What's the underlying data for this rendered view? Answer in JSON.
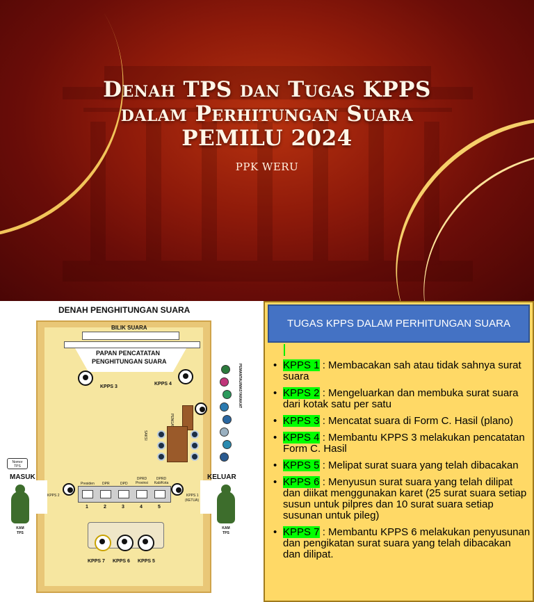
{
  "hero": {
    "title_lines": [
      "Denah TPS dan Tugas KPPS",
      "dalam Perhitungan Suara",
      "PEMILU 2024"
    ],
    "subtitle": "PPK WERU"
  },
  "plan": {
    "title": "DENAH PENGHITUNGAN SUARA",
    "bilik": "BILIK SUARA",
    "papan_line1": "PAPAN PENCATATAN",
    "papan_line2": "PENGHITUNGAN SUARA",
    "kpps3": "KPPS 3",
    "kpps4": "KPPS 4",
    "kpps2": "KPPS 2",
    "kpps1": "KPPS 1",
    "kpps1_note": "(KETUA)",
    "kpps7": "KPPS 7",
    "kpps6": "KPPS 6",
    "kpps5": "KPPS 5",
    "saksi": "SAKSI",
    "pengawas": "PENGAWAS TPS",
    "pemantau": "PEMANTAU/MASYARAKAT",
    "nomor_tps": "Nomor TPS",
    "masuk": "MASUK",
    "keluar": "KELUAR",
    "kam_tps": "KAM TPS",
    "boxes": [
      "Presiden",
      "DPR",
      "DPD",
      "DPRD Provinsi",
      "DPRD Kab/Kota"
    ],
    "box_numbers": [
      "1",
      "2",
      "3",
      "4",
      "5"
    ]
  },
  "duties": {
    "heading": "TUGAS KPPS DALAM PERHITUNGAN SUARA",
    "items": [
      {
        "code": "KPPS 1",
        "text": " : Membacakan sah atau tidak sahnya surat suara"
      },
      {
        "code": "KPPS 2",
        "text": " : Mengeluarkan dan membuka surat suara dari kotak satu per satu"
      },
      {
        "code": "KPPS 3",
        "text": " : Mencatat suara di Form C. Hasil (plano)"
      },
      {
        "code": "KPPS 4",
        "text": " : Membantu KPPS 3 melakukan pencatatan Form C. Hasil"
      },
      {
        "code": "KPPS 5",
        "text": " : Melipat surat suara yang telah dibacakan"
      },
      {
        "code": "KPPS 6",
        "text": " : Menyusun surat suara yang telah dilipat dan diikat menggunakan karet (25 surat suara setiap susun untuk pilpres dan 10 surat suara setiap susunan untuk pileg)"
      },
      {
        "code": "KPPS 7",
        "text": " : Membantu KPPS 6 melakukan penyusunan dan pengikatan surat suara yang telah dibacakan dan dilipat."
      }
    ]
  },
  "colors": {
    "hero_red": "#8e1a0a",
    "room": "#e9c777",
    "panel_yellow": "#ffd966",
    "header_blue": "#4472c4",
    "highlight_green": "#00ff00"
  }
}
